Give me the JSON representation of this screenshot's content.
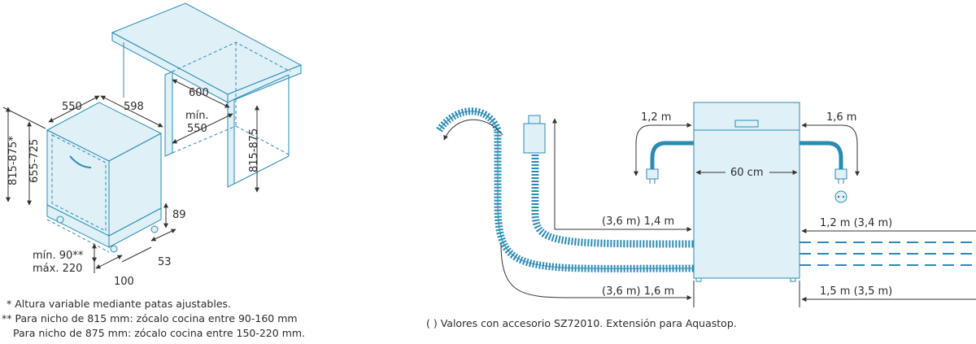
{
  "left_diagram": {
    "dims": {
      "width_top": "550",
      "depth_top": "598",
      "counter_depth": "600",
      "niche_min_label": "mín.",
      "niche_min_value": "550",
      "height_range_1": "815-875*",
      "height_range_2": "655-725",
      "niche_height": "815-875",
      "plinth_height": "89",
      "plinth_depth": "53",
      "foot_offset": "100",
      "plinth_min": "mín. 90**",
      "plinth_max": "máx. 220"
    },
    "notes": {
      "note1": "* Altura variable mediante patas ajustables.",
      "note2": "** Para nicho de 815 mm: zócalo cocina entre 90-160 mm",
      "note3": "Para nicho de 875 mm: zócalo cocina entre 150-220 mm."
    }
  },
  "right_diagram": {
    "dims": {
      "cable_left": "1,2 m",
      "cable_right": "1,6 m",
      "width": "60 cm",
      "drain_hose_upper": "(3,6 m) 1,4 m",
      "drain_hose_lower": "(3,6 m) 1,6 m",
      "inlet_hose_upper": "1,2 m (3,4 m)",
      "inlet_hose_lower": "1,5 m (3,5 m)"
    },
    "note": "( ) Valores con accesorio SZ72010. Extensión para Aquastop."
  },
  "colors": {
    "line_blue": "#2b8bb5",
    "fill_light_blue": "#dff0f7",
    "text_dark": "#2b2b2b"
  }
}
